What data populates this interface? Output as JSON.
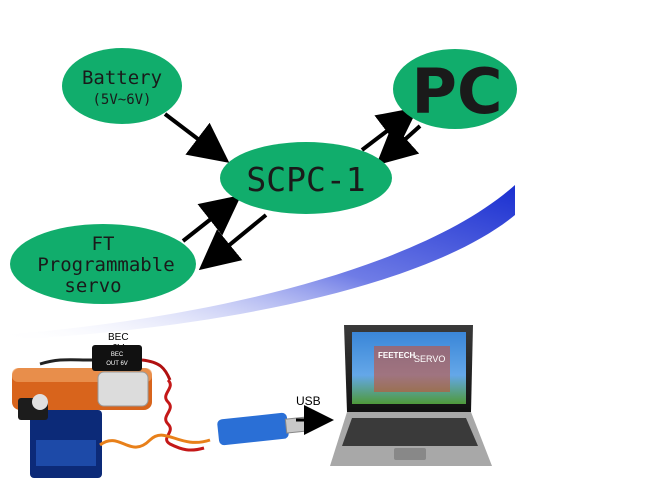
{
  "diagram": {
    "nodes": {
      "battery": {
        "title": "Battery",
        "subtitle": "(5V~6V)"
      },
      "pc": {
        "label": "PC"
      },
      "scpc": {
        "label": "SCPC-1"
      },
      "servo": {
        "line1": "FT",
        "line2": "Programmable",
        "line3": "servo"
      }
    },
    "photo": {
      "bec_label": "BEC",
      "bec_value": "6V",
      "bec_box_line1": "BEC",
      "bec_box_line2": "OUT 6V",
      "usb_label": "USB",
      "screen_brand": "FEETECH",
      "screen_word": "SERVO"
    },
    "colors": {
      "node_fill": "#11ad6c",
      "swoosh_blue": "#1a2fd0",
      "arrow": "#000000"
    }
  }
}
